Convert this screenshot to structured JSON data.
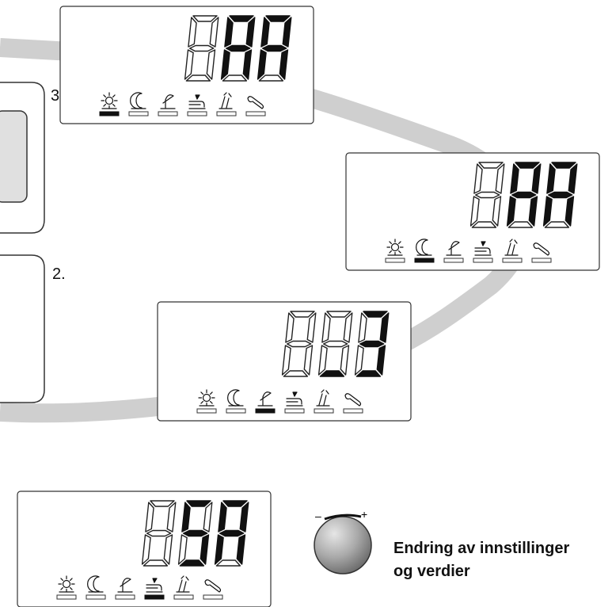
{
  "steps": {
    "step_2": "2.",
    "step_3": "3"
  },
  "knob": {
    "caption_line1": "Endring av innstillinger",
    "caption_line2": "og verdier",
    "minus": "–",
    "plus": "+"
  },
  "displays": [
    {
      "name": "display-top",
      "digits": [
        "8",
        "8",
        "8"
      ],
      "lit": [
        [],
        [
          0,
          1,
          2,
          4,
          5,
          6
        ],
        [
          0,
          1,
          2,
          4,
          5,
          6
        ]
      ],
      "active_icon": "sun-icon"
    },
    {
      "name": "display-right",
      "digits": [
        "8",
        "8",
        "8"
      ],
      "lit": [
        [],
        [
          0,
          1,
          2,
          4,
          5,
          6
        ],
        [
          0,
          1,
          2,
          4,
          5,
          6
        ]
      ],
      "active_icon": "moon-icon"
    },
    {
      "name": "display-middle",
      "digits": [
        "8",
        "8",
        "3"
      ],
      "lit": [
        [],
        [
          3
        ],
        [
          0,
          1,
          2,
          3,
          6
        ]
      ],
      "active_icon": "away-icon"
    },
    {
      "name": "display-bottom",
      "digits": [
        "8",
        "5",
        "8"
      ],
      "lit": [
        [],
        [
          0,
          2,
          3,
          5,
          6
        ],
        [
          0,
          1,
          2,
          4,
          5,
          6
        ]
      ],
      "active_icon": "hot-water-icon"
    }
  ],
  "indicator_icons": [
    "sun-icon",
    "moon-icon",
    "away-icon",
    "hot-water-icon",
    "heating-icon",
    "service-wrench-icon"
  ],
  "colors": {
    "track": "#cfcfcf",
    "segment_on": "#111111",
    "knob_light": "#d9d9d9",
    "knob_dark": "#6a6a6a"
  }
}
